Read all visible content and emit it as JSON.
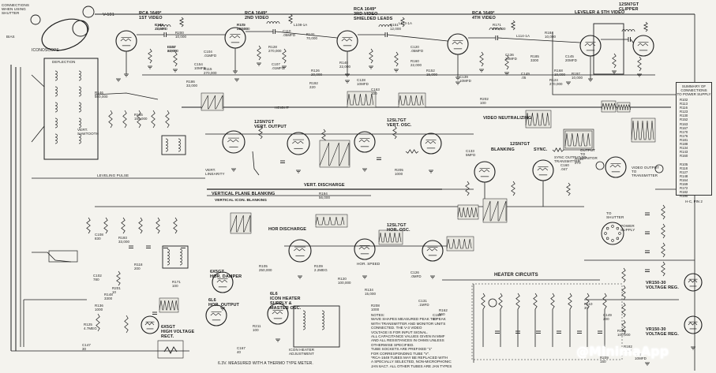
{
  "watermark": "@MinimaApp",
  "labels": {
    "conn_shutter": "CONNECTIONS\nWHEN USING\nSHUTTER",
    "iconoscope": "ICONOSCOPE",
    "bias": "BIAS",
    "v1": "V-101",
    "deflection": "DEFLECTION",
    "video1": "RCA 1649*\n1ST VIDEO",
    "video2": "RCA 1649*\n2ND VIDEO",
    "video3": "RCA 1649*\n3RD VIDEO\nSHIELDED LEADS",
    "video4": "RCA 1649*\n4TH VIDEO",
    "leveler": "LEVELER & 5TH VIDEO",
    "clipper": "12SN7GT\nCLIPPER",
    "vert_output": "12SN7GT\nVERT. OUTPUT",
    "vert_osc": "12SL7GT\nVERT. OSC.",
    "vert_discharge": "VERT. DISCHARGE",
    "video_neutralizing": "VIDEO NEUTRALIZING",
    "blanking": "BLANKING",
    "sync": "SYNC.",
    "blanking_tube": "12SN7GT",
    "sync_output": "SYNC OUTPUT TO\nTRANSMITTER",
    "output_monitor": "OUTPUT\nTO\nMONITOR",
    "video_output": "VIDEO OUTPUT\nTO\nTRANSMITTER",
    "vertical_plane_blanking": "VERTICAL PLANE BLANKING",
    "vertical_icon_blanking": "VERTICAL ICON. BLANKING",
    "leveling_pulse": "LEVELING PULSE",
    "vert_sawtooth": "VERT.\nSAWTOOTH",
    "vert_linearity": "VERT.\nLINEARITY",
    "height": "HEIGHT",
    "hor_discharge": "HOR DISCHARGE",
    "hor_osc": "12SL7GT\nHOR. OSC.",
    "hor_speed": "HOR. SPEED",
    "hor_damper": "6X5GT\nHOR. DAMPER",
    "hor_output": "6L6\nHOR. OUTPUT",
    "icon_heater": "6L6\nICON HEATER\nSUPPLY &\nMASTER OSC.",
    "high_voltage": "6X5GT\nHIGH VOLTAGE\nRECT.",
    "heater_circuits": "HEATER CIRCUITS",
    "heater_adj": "ICON HEATER\nADJUSTMENT",
    "vr150_a": "VR150-30\nVOLTAGE REG.",
    "vr150_b": "VR150-30\nVOLTAGE REG.",
    "to_shutter": "TO\nSHUTTER",
    "power_supply": "POWER\nSUPPLY",
    "thermo_note": "6.3V. MEASURED WITH A THERMO TYPE METER.",
    "summary_title": "SUMMARY OF\nCONNECTIONS\nTO POWER SUPPLY",
    "summary_list": "R102\nR113\nR116\nR123\nR130\nR152\nR163\nR167\nR170\nR176\nR181\nR188\nR134\nR143\nR160\n\nR105\nR118\nR127\nR148\nR164\nR169\nR172\nR182\nR190",
    "summary_foot": "H-C, PIN 2",
    "notes": "NOTES:\nWAVE SHAPES MEASURED PEAK TO PEAK\nWITH TRANSMITTER AND MONITOR UNITS\nCONNECTED. THE V-3 VIDEO\nVOLTAGE IS FOR INPUT SIGNAL.\nALL CAPACITANCE VALUES GIVEN IN MMF\nAND ALL RESISTANCES IN OHMS UNLESS\nOTHERWISE SPECIFIED.\nTUBE SOCKETS ARE PREFIXED \"1\"\nFOR CORRESPONDING TUBE \"V\".\n*RCA-1649 TUBES MAY BE REPLACED WITH\nA SPECIALLY SELECTED, NON-MICROPHONIC\nJAN 6AC7. ALL OTHER TUBES ARE JAN TYPES",
    "parts": [
      "R103\n22,000",
      "L103\n60MH",
      "R111\n22,000",
      "C104\n.01MFD",
      "R115\n270,000",
      "R128\n270,000",
      "C107\n.01MFD",
      "R131\n70,000",
      "L108-1A",
      "R140\n22,000",
      "C128\n10MFD",
      "R151\n12,000",
      "L113-1A",
      "R160\n22,000",
      "C139\n10MFD",
      "R171\n270,000",
      "L114-1A",
      "R185\n3300",
      "R184\n10,000",
      "C145\n20MFD",
      "R197\n10,000",
      "R200\n10,000",
      "C154\n10MFD",
      "C110\n.05MFD",
      "R126\n20,000",
      "C120\n.05MFD",
      "R152\n15,000",
      "C136\n20MFD",
      "R168\n10,000",
      "C149\n.05",
      "R186\n33,000",
      "R192\n220",
      "C163\n100",
      "R202\n100",
      "R124\n270,000",
      "R146\n560,000",
      "R156\n150,000",
      "R193\n33,000",
      "R194\n56,000",
      "C108\n830",
      "R118\n200",
      "C102\n780",
      "R148\n3300",
      "R125\n4.7MEG",
      "C147\n30",
      "R201\n10",
      "R171\n100",
      "R105\n250,000",
      "R109\n2.2MEG",
      "R120\n100,000",
      "R134\n15,000",
      "C126\n.0MFD",
      "R136\n1000",
      "C131\n.1MFD",
      "R162\n560",
      "R163\n270",
      "C160\n.047",
      "R110\n30",
      "C149\n200",
      "R129\n100,000",
      "R182\n1000",
      "R198\n10MFD",
      "R209\n150",
      "C167\n40",
      "R211\n100",
      "C168\n40",
      "R208\n1000",
      "R205\n1000",
      "C133\n5MFD",
      "C143\n.01MFD",
      "R157\n22,000",
      "R179\n220,000"
    ]
  }
}
